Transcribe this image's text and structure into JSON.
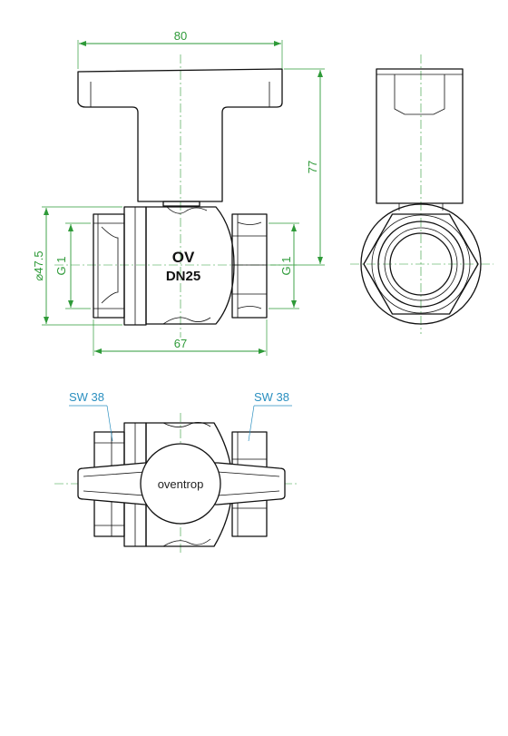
{
  "dimensions": {
    "handle_width": "80",
    "overall_height": "77",
    "body_diameter": "⌀47.5",
    "thread_left": "G 1",
    "thread_right": "G 1",
    "body_length": "67"
  },
  "labels": {
    "wrench_size_left": "SW 38",
    "wrench_size_right": "SW 38"
  },
  "body_marking": {
    "line1": "OV",
    "line2": "DN25"
  },
  "handle_logo": "oventrop",
  "colors": {
    "dimension_green": "#2e9a38",
    "label_blue": "#2a8fc0",
    "outline": "#111111"
  }
}
